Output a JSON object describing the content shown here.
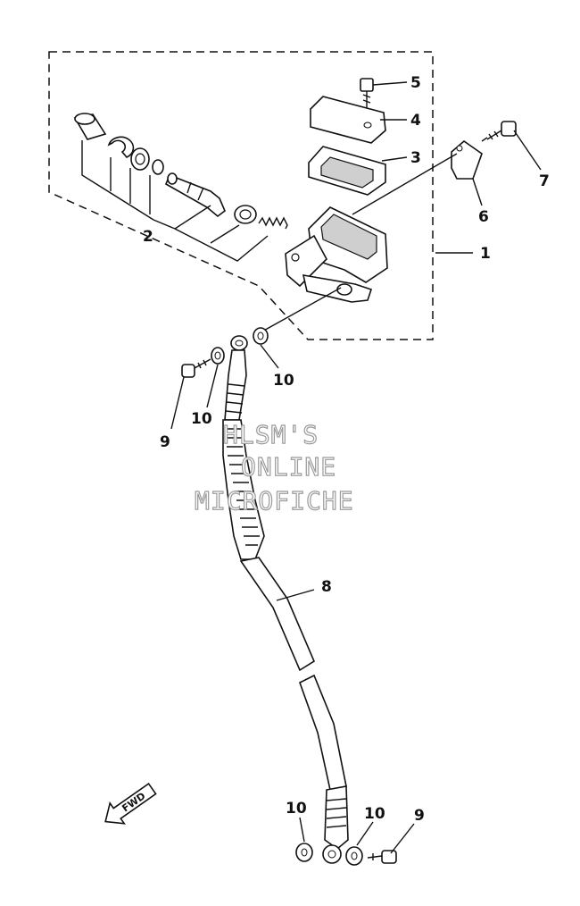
{
  "callouts": {
    "c1": "1",
    "c2": "2",
    "c3": "3",
    "c4": "4",
    "c5": "5",
    "c6": "6",
    "c7": "7",
    "c8": "8",
    "c9a": "9",
    "c9b": "9",
    "c10a": "10",
    "c10b": "10",
    "c10c": "10",
    "c10d": "10"
  },
  "watermark": {
    "line1": "HLSM'S",
    "line2": "ONLINE",
    "line3": "MICROFICHE"
  },
  "fwd_arrow": {
    "label": "FWD"
  },
  "colors": {
    "ink": "#111111",
    "watermark_outline": "#9a9a9a"
  }
}
